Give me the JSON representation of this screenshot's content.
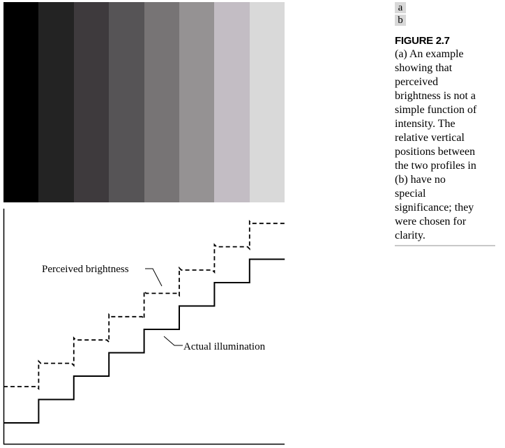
{
  "figure": {
    "panel_labels": [
      "a",
      "b"
    ],
    "title": "FIGURE 2.7",
    "caption_lines": [
      "(a) An example",
      "showing that",
      "perceived",
      "brightness is not a",
      "simple function of",
      "intensity. The",
      "relative vertical",
      "positions between",
      "the two profiles in",
      "(b) have no",
      "special",
      "significance; they",
      "were chosen for",
      "clarity."
    ]
  },
  "panel_a": {
    "stripe_colors": [
      "#000000",
      "#232323",
      "#3e3a3d",
      "#565456",
      "#777475",
      "#959293",
      "#c3bdc4",
      "#d9d9d9"
    ]
  },
  "panel_b": {
    "label_perceived": "Perceived brightness",
    "label_actual": "Actual illumination",
    "actual_levels": [
      0,
      1,
      2,
      3,
      4,
      5,
      6,
      7
    ],
    "perceived_levels": [
      0,
      1,
      2,
      3,
      4,
      5,
      6,
      7
    ]
  }
}
